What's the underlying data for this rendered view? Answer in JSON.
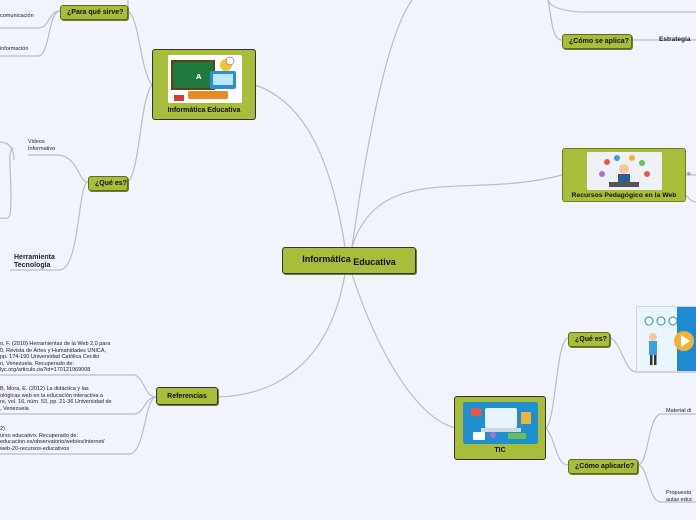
{
  "central": {
    "word1": "Informática",
    "word2": "Educativa"
  },
  "left": {
    "card_info": "Informática Educativa",
    "para_que": "¿Para qué sirve?",
    "para_que_items": [
      "comunicación",
      "información"
    ],
    "que_es": "¿Qué es?",
    "que_es_items": {
      "videos_line1": "Videos",
      "videos_line2": "Informativo",
      "herr_line1": "Herramienta",
      "herr_line2": "Tecnología"
    },
    "referencias": "Referencias",
    "ref_items": [
      [
        "o, F. (2010) Herramientas de la Web 2.0 para",
        "0. Revista de Artes y Humanidades UNICA,",
        "pp. 174-190 Universidad Católica Cecilio",
        "o, Venezuela. Recuperado de:",
        "lyc.org/articulo.oa?id=170121969008"
      ],
      [
        "B. Mora, E. (2012) La didáctica y las",
        "ológicas web en la educación interactiva a",
        "re, vol. 16, núm. 53, pp. 21-36 Universidad de",
        ", Venezuela"
      ],
      [
        "2)",
        "urso educativo. Recuperado de:",
        "educacion.es/observatorio/web/es/internet/",
        "web-20-recursos-educativos"
      ]
    ]
  },
  "right": {
    "como_se_aplica": "¿Cómo se aplica?",
    "estrategias": "Estrategia",
    "recursos_card": "Recursos Pedagógico en la Web",
    "tic_card": "TIC",
    "que_es": "¿Qué es?",
    "como_aplicarlo": "¿Cómo aplicarlo?",
    "material": "Material di",
    "propuestas_line1": "Propuesta",
    "propuestas_line2": "aulas educ"
  },
  "colors": {
    "background": "#f1f4fc",
    "node_fill": "#a8bd3a",
    "link": "#b4b8c0"
  }
}
